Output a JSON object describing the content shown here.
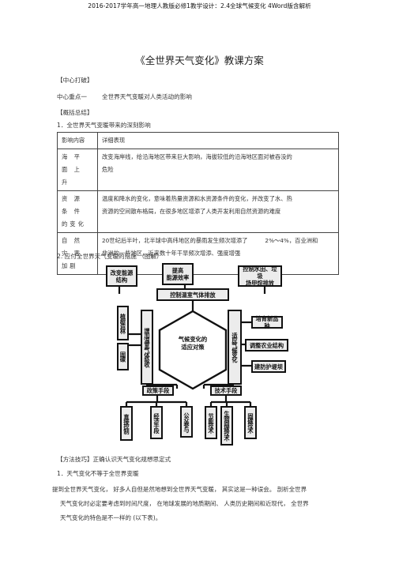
{
  "header": "2016-2017学年高一地理人教版必修1教学设计：2.4全球气候变化 4Word版含解析",
  "title": "《全世界天气变化》教课方案",
  "center": {
    "heading": "【中心打破】",
    "key_label": "中心重点一",
    "key_text": "全世界天气变暖对人类活动的影响"
  },
  "summary_heading": "【概括总结】",
  "item1": "1．全世界天气变暖带来的深刻影响",
  "table": {
    "col1": "影响内容",
    "col2": "详细表现",
    "rows": [
      {
        "c1a": "海 平 面 上",
        "c1b": "升",
        "c2a": "改变海岸线，给沿海地区带来巨大影响，海拔较低的沿海地区面对被吞没的",
        "c2b": "危险"
      },
      {
        "c1a": "资 源 条 件",
        "c1b": "的变化",
        "c2a": "温度和降水的变化，意味着热量资源和水资源条件的变化，并改变了水、热",
        "c2b": "资源的空间散布格局，在很多地区增添了人类开发利用自然资源的难度"
      },
      {
        "c1a": "自 然 灾 害",
        "c1b": "加剧",
        "c2a": "20世纪后半叶，北半球中高纬地区的暴雨发生频次增添了",
        "c2a2": "2%～4%，百业洲和",
        "c2b": "非洲的一些地区，近来数十年干旱频次增添、强度增强"
      }
    ]
  },
  "item2": "2. 应付全世界天气变暖的措施 （图解）",
  "diagram": {
    "top1": "改变能源\n结构",
    "top2": "提高\n能源效率",
    "top3": "控制水田、垃圾\n场甲烷排放",
    "control_bar": "控制温室气体排放",
    "left_tall": "增加温室气体吸收",
    "left_a": "植树造林",
    "left_b": "固碳",
    "right_tall": "适应气候变化",
    "right_1": "培育新品种",
    "right_2": "调整农业结构",
    "right_3": "建防护堤坝",
    "center": "气候变化的\n适应对策",
    "policy": "政策手段",
    "tech": "技术手段",
    "pol1": "直接控制",
    "pol2": "经济手段",
    "pol3": "公众参与",
    "tech1": "节能技术",
    "tech2": "生物固碳技术",
    "tech3": "固碳技术"
  },
  "method": {
    "heading": "【方法技巧】正确认识天气变化规想思定式",
    "item": "1．天气变化不等于全世界变暖",
    "lines": [
      "提到全世界天气变化，    好多人自但是然地想到全世界天气变暖，    其实这是一种误会。  剖析全世界",
      "天气变化时必定要考虑到时间尺度，    在地球发展的地质期间、    人类历史期间和近现代，    全世界",
      "天气变化的特色是不一样的 (以下表)。"
    ]
  }
}
